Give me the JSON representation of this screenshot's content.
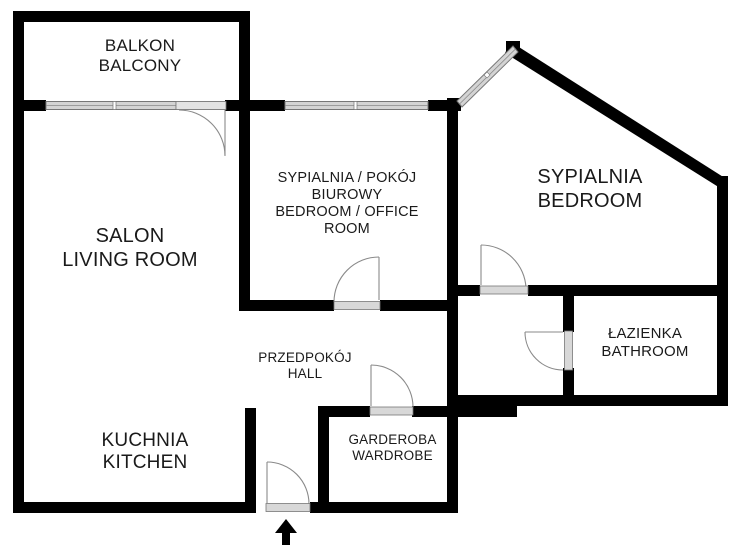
{
  "plan": {
    "title": "Apartment floor plan",
    "colors": {
      "wall": "#000000",
      "window_fill": "#d4d4d4",
      "window_stroke": "#555555",
      "door_arc": "#6e6e6e",
      "door_leaf_fill": "#d8d8d8",
      "text": "#1a1a1a",
      "background": "#ffffff"
    },
    "rooms": [
      {
        "id": "balcony",
        "name_pl": "BALKON",
        "name_en": "BALCONY",
        "label": "BALKON\nBALCONY"
      },
      {
        "id": "living",
        "name_pl": "SALON",
        "name_en": "LIVING ROOM",
        "label": "SALON\nLIVING ROOM"
      },
      {
        "id": "bedoffice",
        "name_pl": "SYPIALNIA  / POKÓJ BIUROWY",
        "name_en": "BEDROOM / OFFICE ROOM",
        "label": "SYPIALNIA  / POKÓJ\nBIUROWY\nBEDROOM / OFFICE\nROOM"
      },
      {
        "id": "bedroom",
        "name_pl": "SYPIALNIA",
        "name_en": "BEDROOM",
        "label": "SYPIALNIA\nBEDROOM"
      },
      {
        "id": "bathroom",
        "name_pl": "ŁAZIENKA",
        "name_en": "BATHROOM",
        "label": "ŁAZIENKA\nBATHROOM"
      },
      {
        "id": "hall",
        "name_pl": "PRZEDPOKÓJ",
        "name_en": "HALL",
        "label": "PRZEDPOKÓJ\nHALL"
      },
      {
        "id": "kitchen",
        "name_pl": "KUCHNIA",
        "name_en": "KITCHEN",
        "label": "KUCHNIA\nKITCHEN"
      },
      {
        "id": "wardrobe",
        "name_pl": "GARDEROBA",
        "name_en": "WARDROBE",
        "label": "GARDEROBA\nWARDROBE"
      }
    ],
    "openings": [
      {
        "id": "balcony-window-left",
        "type": "window"
      },
      {
        "id": "balcony-door",
        "type": "door"
      },
      {
        "id": "bedoffice-window",
        "type": "window"
      },
      {
        "id": "bedroom-angled-window",
        "type": "window"
      },
      {
        "id": "bedoffice-door",
        "type": "door"
      },
      {
        "id": "bedroom-door",
        "type": "door"
      },
      {
        "id": "bathroom-door",
        "type": "door"
      },
      {
        "id": "wardrobe-door",
        "type": "door"
      },
      {
        "id": "entrance-door",
        "type": "door"
      }
    ],
    "entrance": {
      "marker": "arrow-up",
      "name": "entrance-arrow"
    }
  }
}
